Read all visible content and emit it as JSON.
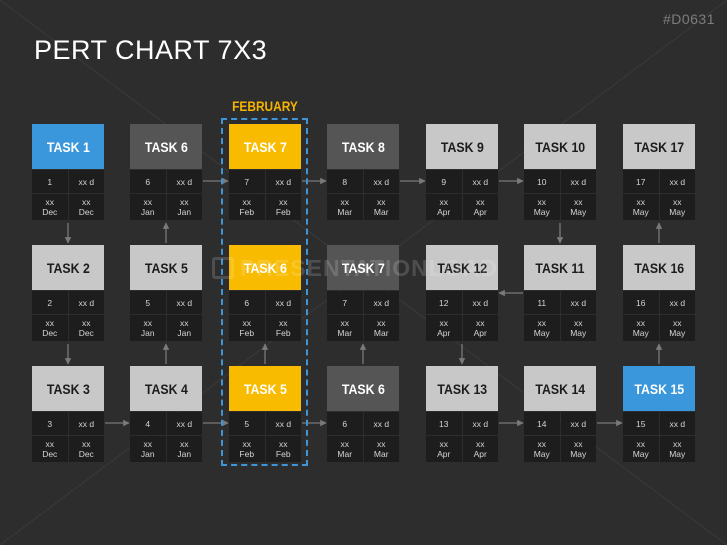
{
  "page": {
    "id_label": "#D0631",
    "title": "PERT CHART 7X3",
    "highlight_label": "FEBRUARY",
    "watermark": "PRESENTATIONLOAD"
  },
  "colors": {
    "background": "#2d2d2d",
    "blue": "#3a97dc",
    "yellow": "#f8bb00",
    "dark": "#555555",
    "gray": "#c8c8c8",
    "cell": "#1d1d1d",
    "arrow": "#7a7a7a",
    "highlight_border": "#3f95d6"
  },
  "duration_unit": "xx d",
  "date_placeholder": "xx",
  "rows": [
    [
      {
        "task": "TASK 1",
        "num": "1",
        "month": "Dec",
        "color": "blue"
      },
      {
        "task": "TASK 6",
        "num": "6",
        "month": "Jan",
        "color": "dark"
      },
      {
        "task": "TASK 7",
        "num": "7",
        "month": "Feb",
        "color": "yellow"
      },
      {
        "task": "TASK 8",
        "num": "8",
        "month": "Mar",
        "color": "dark"
      },
      {
        "task": "TASK 9",
        "num": "9",
        "month": "Apr",
        "color": "gray"
      },
      {
        "task": "TASK 10",
        "num": "10",
        "month": "May",
        "color": "gray"
      },
      {
        "task": "TASK 17",
        "num": "17",
        "month": "May",
        "color": "gray"
      }
    ],
    [
      {
        "task": "TASK 2",
        "num": "2",
        "month": "Dec",
        "color": "gray"
      },
      {
        "task": "TASK 5",
        "num": "5",
        "month": "Jan",
        "color": "gray"
      },
      {
        "task": "TASK 6",
        "num": "6",
        "month": "Feb",
        "color": "yellow"
      },
      {
        "task": "TASK 7",
        "num": "7",
        "month": "Mar",
        "color": "dark"
      },
      {
        "task": "TASK 12",
        "num": "12",
        "month": "Apr",
        "color": "gray"
      },
      {
        "task": "TASK 11",
        "num": "11",
        "month": "May",
        "color": "gray"
      },
      {
        "task": "TASK 16",
        "num": "16",
        "month": "May",
        "color": "gray"
      }
    ],
    [
      {
        "task": "TASK 3",
        "num": "3",
        "month": "Dec",
        "color": "gray"
      },
      {
        "task": "TASK 4",
        "num": "4",
        "month": "Jan",
        "color": "gray"
      },
      {
        "task": "TASK 5",
        "num": "5",
        "month": "Feb",
        "color": "yellow"
      },
      {
        "task": "TASK 6",
        "num": "6",
        "month": "Mar",
        "color": "dark"
      },
      {
        "task": "TASK 13",
        "num": "13",
        "month": "Apr",
        "color": "gray"
      },
      {
        "task": "TASK 14",
        "num": "14",
        "month": "May",
        "color": "gray"
      },
      {
        "task": "TASK 15",
        "num": "15",
        "month": "May",
        "color": "blue"
      }
    ]
  ],
  "connections": [
    {
      "from": [
        0,
        0
      ],
      "to": [
        1,
        0
      ],
      "dir": "down"
    },
    {
      "from": [
        1,
        0
      ],
      "to": [
        2,
        0
      ],
      "dir": "down"
    },
    {
      "from": [
        2,
        0
      ],
      "to": [
        2,
        1
      ],
      "dir": "right"
    },
    {
      "from": [
        2,
        1
      ],
      "to": [
        1,
        1
      ],
      "dir": "up"
    },
    {
      "from": [
        1,
        1
      ],
      "to": [
        0,
        1
      ],
      "dir": "up"
    },
    {
      "from": [
        0,
        1
      ],
      "to": [
        0,
        2
      ],
      "dir": "right"
    },
    {
      "from": [
        0,
        2
      ],
      "to": [
        0,
        3
      ],
      "dir": "right"
    },
    {
      "from": [
        0,
        3
      ],
      "to": [
        0,
        4
      ],
      "dir": "right"
    },
    {
      "from": [
        0,
        4
      ],
      "to": [
        0,
        5
      ],
      "dir": "right"
    },
    {
      "from": [
        0,
        5
      ],
      "to": [
        1,
        5
      ],
      "dir": "down"
    },
    {
      "from": [
        1,
        5
      ],
      "to": [
        1,
        4
      ],
      "dir": "left"
    },
    {
      "from": [
        1,
        4
      ],
      "to": [
        2,
        4
      ],
      "dir": "down"
    },
    {
      "from": [
        2,
        1
      ],
      "to": [
        2,
        2
      ],
      "dir": "right"
    },
    {
      "from": [
        2,
        2
      ],
      "to": [
        1,
        2
      ],
      "dir": "up"
    },
    {
      "from": [
        2,
        2
      ],
      "to": [
        2,
        3
      ],
      "dir": "right"
    },
    {
      "from": [
        2,
        3
      ],
      "to": [
        1,
        3
      ],
      "dir": "up"
    },
    {
      "from": [
        2,
        4
      ],
      "to": [
        2,
        5
      ],
      "dir": "right"
    },
    {
      "from": [
        2,
        5
      ],
      "to": [
        2,
        6
      ],
      "dir": "right"
    },
    {
      "from": [
        2,
        6
      ],
      "to": [
        1,
        6
      ],
      "dir": "up"
    },
    {
      "from": [
        1,
        6
      ],
      "to": [
        0,
        6
      ],
      "dir": "up"
    }
  ]
}
